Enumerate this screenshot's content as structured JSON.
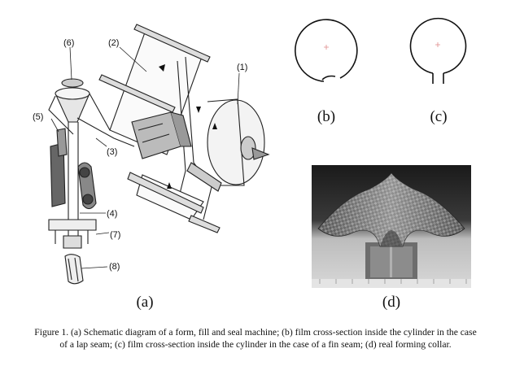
{
  "figure": {
    "panels": {
      "a": "(a)",
      "b": "(b)",
      "c": "(c)",
      "d": "(d)"
    },
    "part_numbers": [
      "(1)",
      "(2)",
      "(3)",
      "(4)",
      "(5)",
      "(6)",
      "(7)",
      "(8)"
    ],
    "caption": "Figure 1. (a) Schematic diagram of a form, fill and seal machine; (b) film cross-section inside the cylinder in the case of a lap seam; (c) film cross-section inside the cylinder in the case of a fin seam; (d) real forming collar."
  }
}
